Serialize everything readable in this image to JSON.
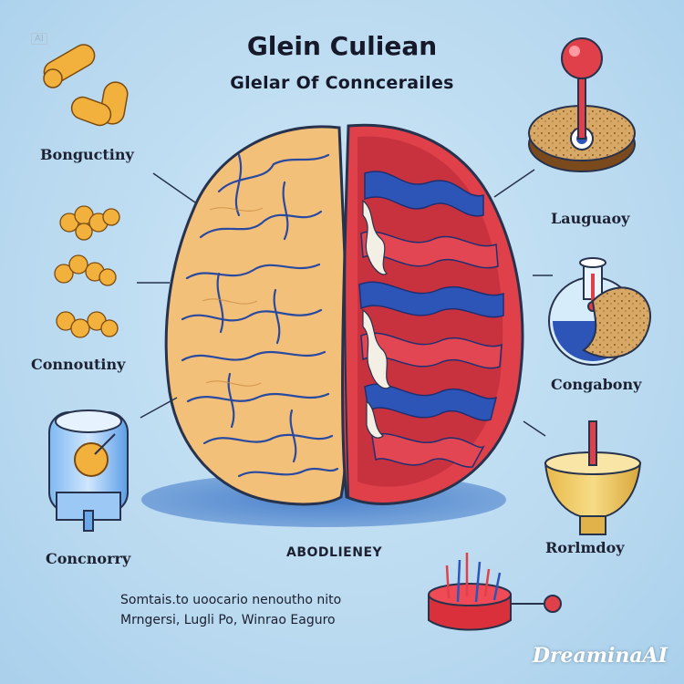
{
  "header": {
    "title": "Glein Culiean",
    "subtitle": "Glelar Of Conncerailes"
  },
  "labels": {
    "left_top": "Bonguctiny",
    "left_mid": "Connoutiny",
    "left_bottom": "Concnorry",
    "right_top": "Lauguaoy",
    "right_mid": "Congabony",
    "right_bottom": "Rorlmdoy",
    "center_caption": "ABODLIENEY"
  },
  "note": {
    "line1": "Somtais.to uoocario  nenoutho nito",
    "line2": "Mrngersi,  Lugli Po,  Winrao   Eaguro"
  },
  "watermark": "DreaminaAI",
  "badge": "AI",
  "colors": {
    "background": "#b7d8ef",
    "left_hemisphere": "#f3c07a",
    "right_hemisphere_red": "#e0404a",
    "right_hemisphere_blue": "#2d55b8",
    "outline": "#27324d"
  }
}
